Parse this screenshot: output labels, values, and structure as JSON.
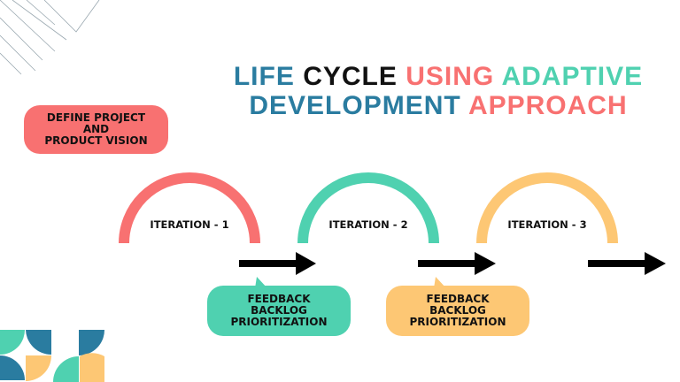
{
  "title": {
    "line1": [
      {
        "text": "LIFE",
        "color": "#2a7ca0"
      },
      {
        "text": "CYCLE",
        "color": "#111111"
      },
      {
        "text": "USING",
        "color": "#f87171"
      },
      {
        "text": "ADAPTIVE",
        "color": "#4fd1b0"
      }
    ],
    "line2": [
      {
        "text": "DEVELOPMENT",
        "color": "#2a7ca0"
      },
      {
        "text": "APPROACH",
        "color": "#f87171"
      }
    ]
  },
  "define": {
    "lines": [
      "DEFINE PROJECT",
      "AND",
      "PRODUCT VISION"
    ],
    "color": "#f87171"
  },
  "iterations": [
    {
      "label": "ITERATION - 1",
      "color": "#f87171"
    },
    {
      "label": "ITERATION - 2",
      "color": "#4fd1b0"
    },
    {
      "label": "ITERATION - 3",
      "color": "#fdc774"
    }
  ],
  "feedback": [
    {
      "lines": [
        "FEEDBACK",
        "BACKLOG",
        "PRIORITIZATION"
      ],
      "color": "#4fd1b0"
    },
    {
      "lines": [
        "FEEDBACK",
        "BACKLOG",
        "PRIORITIZATION"
      ],
      "color": "#fdc774"
    }
  ]
}
